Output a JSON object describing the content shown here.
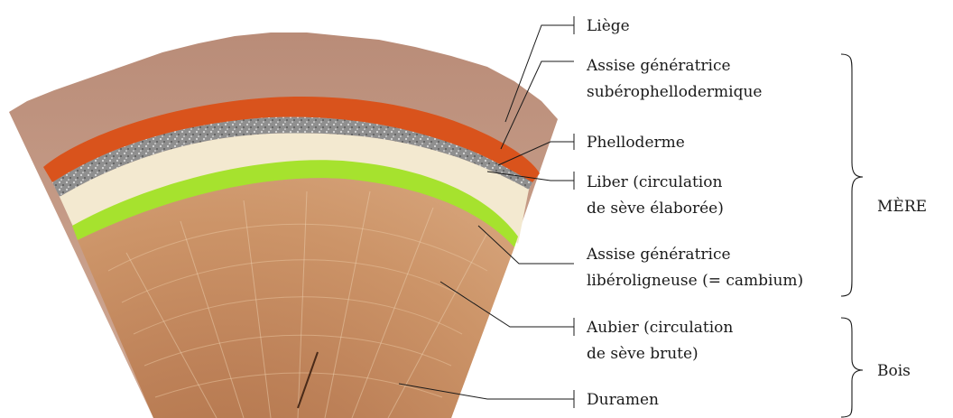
{
  "labels": {
    "liege": "Liège",
    "assise_sub_1": "Assise génératrice",
    "assise_sub_2": "subérophellodermique",
    "phelloderme": "Phelloderme",
    "liber_1": "Liber (circulation",
    "liber_2": "de  sève élaborée)",
    "assise_lib_1": "Assise génératrice",
    "assise_lib_2": "libéroligneuse (= cambium)",
    "aubier_1": "Aubier (circulation",
    "aubier_2": "de sève brute)",
    "duramen": "Duramen"
  },
  "groups": {
    "mere": "MÈRE",
    "bois": "Bois"
  },
  "colors": {
    "bark": "#c9a08a",
    "cork_cambium": "#d9531c",
    "phelloderm": "#9e9e9e",
    "liber": "#f3e9d0",
    "cambium": "#a6e22e",
    "sapwood": "#c88e62",
    "heartwood": "#b5764c"
  }
}
